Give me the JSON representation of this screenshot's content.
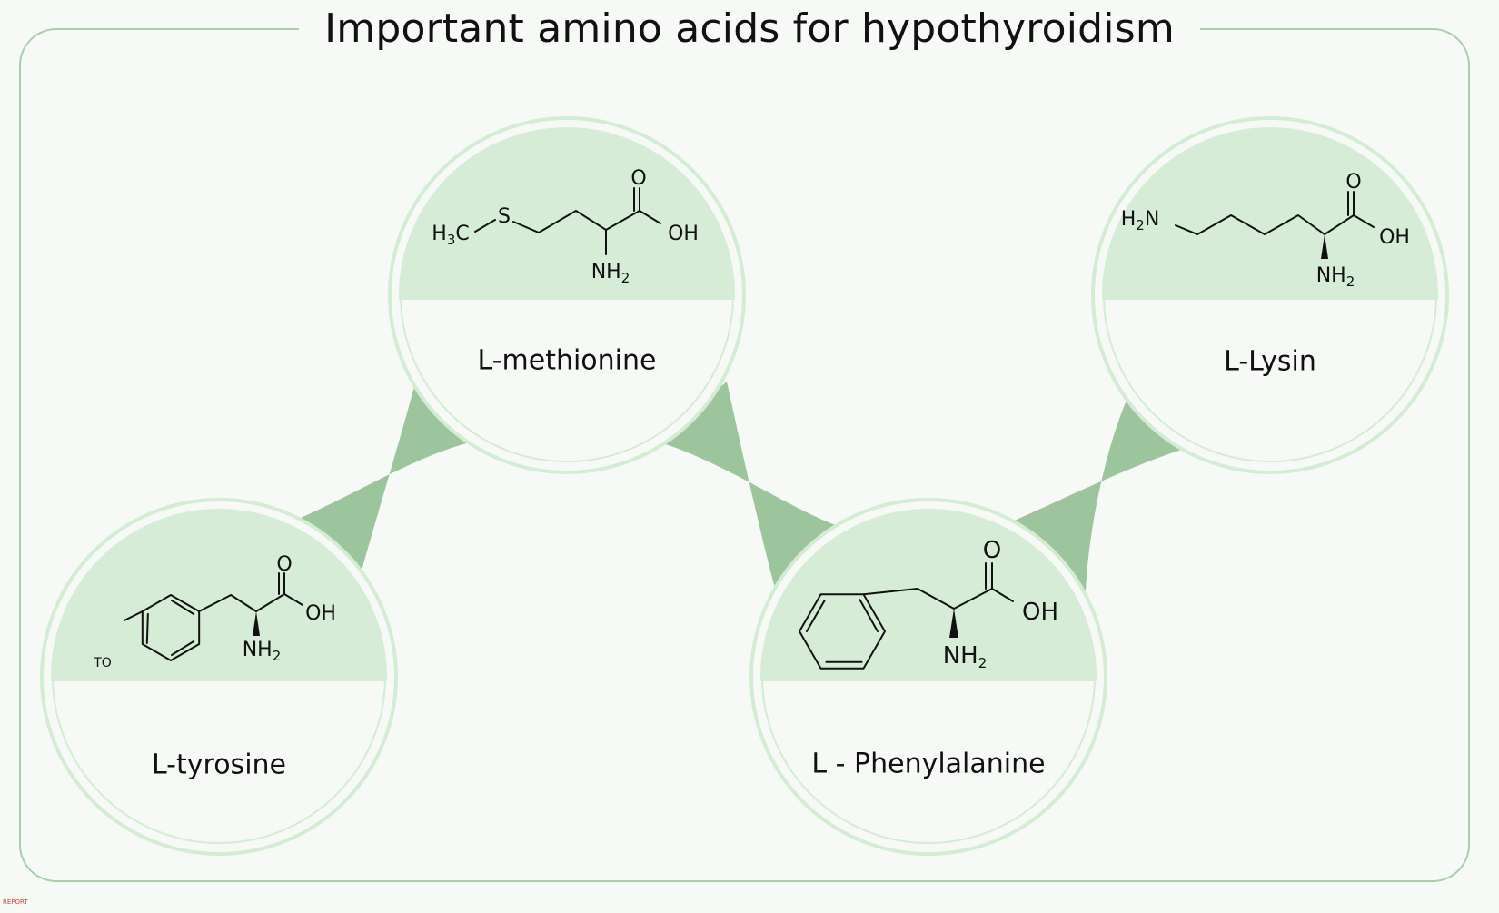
{
  "title": "Important amino acids for hypothyroidism",
  "nodes": [
    {
      "name": "L-tyrosine",
      "structure_labels": {
        "hydroxyl": "TO",
        "carbonyl_o": "O",
        "acid": "OH",
        "amine": "NH",
        "amine_sub": "2"
      }
    },
    {
      "name": "L-methionine",
      "structure_labels": {
        "methyl": "H",
        "methyl_sub": "3",
        "methyl_c": "C",
        "sulfur": "S",
        "carbonyl_o": "O",
        "acid": "OH",
        "amine": "NH",
        "amine_sub": "2"
      }
    },
    {
      "name": "L - Phenylalanine",
      "structure_labels": {
        "carbonyl_o": "O",
        "acid": "OH",
        "amine": "NH",
        "amine_sub": "2"
      }
    },
    {
      "name": "L-Lysin",
      "structure_labels": {
        "amine_end": "H",
        "amine_end_sub": "2",
        "amine_end_n": "N",
        "carbonyl_o": "O",
        "acid": "OH",
        "amine": "NH",
        "amine_sub": "2"
      }
    }
  ],
  "colors": {
    "panel_border": "#a9cfa9",
    "circle_ring": "#d4ecd4",
    "cap_fill": "#d6ecd6",
    "connector": "#9dc59d",
    "connector_dark": "#8ab88a",
    "bond": "#111111"
  },
  "footer": "REPORT"
}
